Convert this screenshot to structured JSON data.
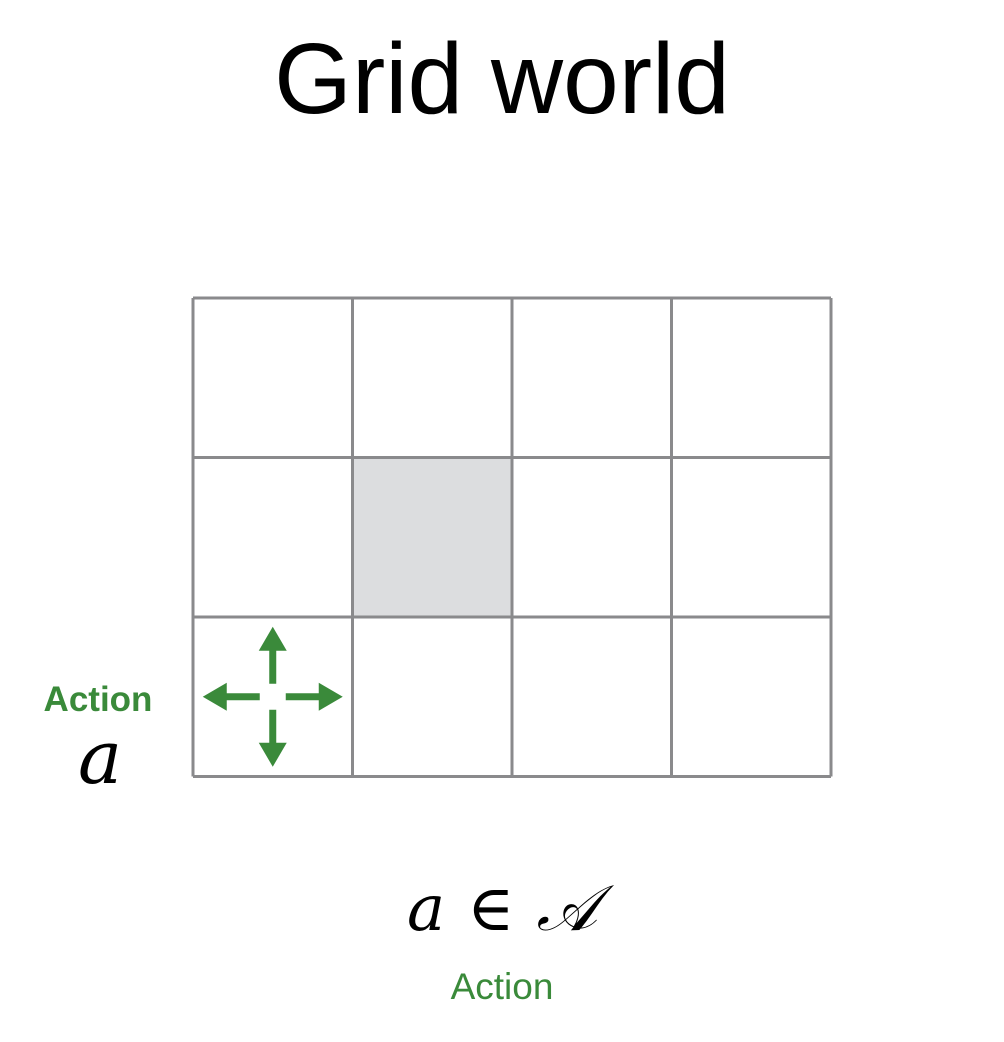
{
  "title": "Grid world",
  "grid": {
    "rows": 3,
    "cols": 4,
    "blocked_cells": [
      [
        1,
        1
      ]
    ],
    "agent_cell": [
      2,
      0
    ],
    "line_color": "#8a8a8c",
    "blocked_color": "#dcdddf",
    "arrow_color": "#3a8a3a"
  },
  "side_label": {
    "word": "Action",
    "symbol": "a"
  },
  "formula": {
    "var": "a",
    "op": "∈",
    "set": "𝒜"
  },
  "formula_caption": "Action"
}
